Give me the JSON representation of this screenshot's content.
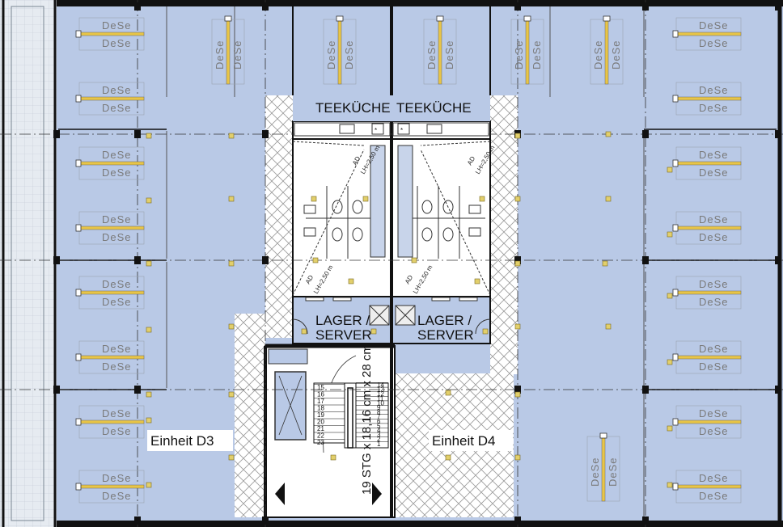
{
  "colors": {
    "floor": "#b9c9e6",
    "wall": "#111111",
    "hatch": "#8a8a8a",
    "fixture": "#e8c547",
    "mark": "#d4c06a",
    "facade": "#dfe6ef"
  },
  "labels": {
    "teekueche_left": "TEEKÜCHE",
    "teekueche_right": "TEEKÜCHE",
    "lager_left_1": "LAGER /",
    "lager_left_2": "SERVER",
    "lager_right_1": "LAGER /",
    "lager_right_2": "SERVER",
    "unit_left": "Einheit D3",
    "unit_right": "Einheit D4",
    "desk": "DeSe",
    "stair_info": "19 STG x 18,16 cm x 28 cm",
    "ad": "AD",
    "lh": "LH=2,50 m"
  },
  "stair_steps_left": [
    "15",
    "16",
    "17",
    "18",
    "19",
    "20",
    "21",
    "22",
    "23"
  ],
  "stair_steps_right": [
    "14",
    "13",
    "12",
    "11",
    "10",
    "9",
    "8",
    "7",
    "6",
    "5",
    "4",
    "3",
    "2",
    "1"
  ],
  "icons": [
    "door-swing-icon",
    "toilet-icon",
    "sink-icon",
    "stair-arrow-icon",
    "column-icon"
  ]
}
